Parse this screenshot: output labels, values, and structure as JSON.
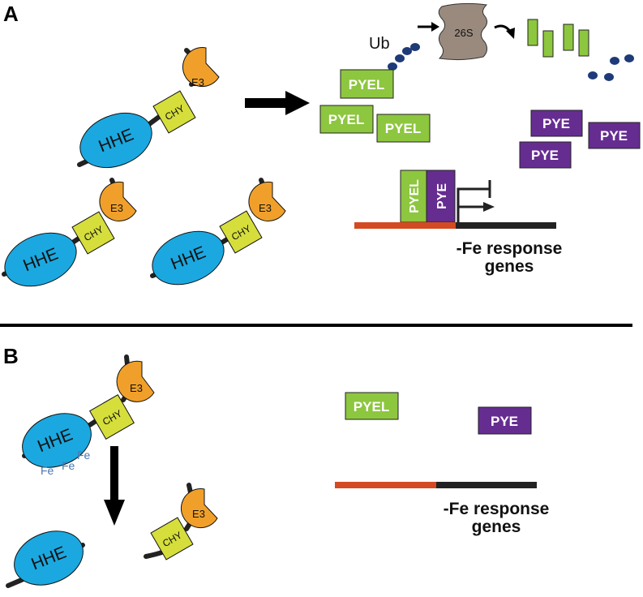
{
  "panels": {
    "a": {
      "letter": "A",
      "hhe": "HHE",
      "chy": "CHY",
      "e3": "E3",
      "ub": "Ub",
      "proteasome": "26S",
      "pyel": "PYEL",
      "pye": "PYE",
      "genes_line1": "-Fe response",
      "genes_line2": "genes"
    },
    "b": {
      "letter": "B",
      "hhe": "HHE",
      "chy": "CHY",
      "e3": "E3",
      "fe": "Fe",
      "pyel": "PYEL",
      "pye": "PYE",
      "genes_line1": "-Fe response",
      "genes_line2": "genes"
    }
  },
  "colors": {
    "hhe": "#1BA8E0",
    "chy": "#D6DE3C",
    "e3": "#F0A02A",
    "pyel": "#8DC63F",
    "pye": "#662D91",
    "ubiquitin": "#1E3A78",
    "proteasome": "#9A8A7E",
    "promoter": "#D44A22",
    "gene": "#222222",
    "fe": "#4A78B0"
  }
}
